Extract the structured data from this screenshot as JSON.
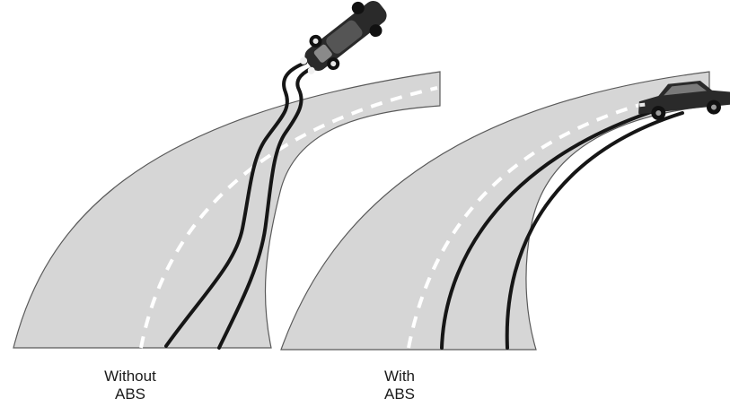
{
  "captions": {
    "without_abs": {
      "line1": "Without",
      "line2": "ABS"
    },
    "with_abs": {
      "line1": "With",
      "line2": "ABS"
    }
  },
  "colors": {
    "road_fill": "#d6d6d6",
    "road_edge": "#5a5a5a",
    "lane_marking": "#ffffff",
    "skid_marks": "#161616",
    "car_body": "#2a2a2a"
  }
}
